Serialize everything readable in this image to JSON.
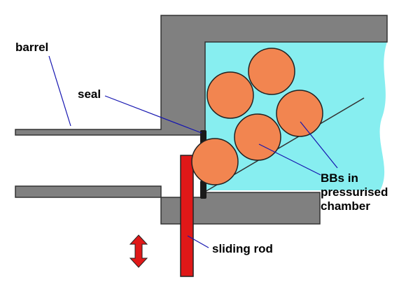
{
  "labels": {
    "barrel": "barrel",
    "seal": "seal",
    "bbs_line1": "BBs in",
    "bbs_line2": "pressurised",
    "bbs_line3": "chamber",
    "sliding_rod": "sliding rod"
  },
  "colors": {
    "housing": "#808080",
    "housing_outline": "#333333",
    "chamber": "#87EEF0",
    "bb_fill": "#F28550",
    "bb_outline": "#222222",
    "rod": "#E01818",
    "rod_outline": "#222222",
    "seal": "#1A1A1A",
    "leader_line": "#1515B0",
    "arrow": "#E01818"
  },
  "icons": {
    "motion_arrow": "up-down-arrow-icon"
  }
}
